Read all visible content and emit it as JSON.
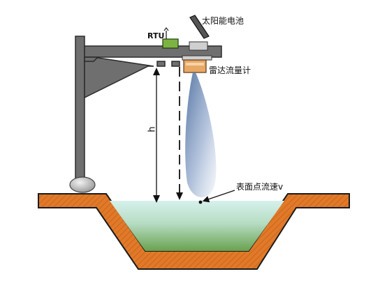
{
  "labels": {
    "solar_panel": "太阳能电池",
    "rtu": "RTU",
    "radar": "雷达流量计",
    "height": "h",
    "surface_velocity": "表面点流速v"
  },
  "colors": {
    "frame": "#6f6f6f",
    "frame_outline": "#2b2b2b",
    "soil": "#e07a2a",
    "soil_outline": "#1a1a1a",
    "water_top": "#d6f1ec",
    "water_bottom": "#6aa24f",
    "rtu_box": "#7cb342",
    "radar_body": "#e9a866",
    "beam": "#8fa6c9"
  }
}
